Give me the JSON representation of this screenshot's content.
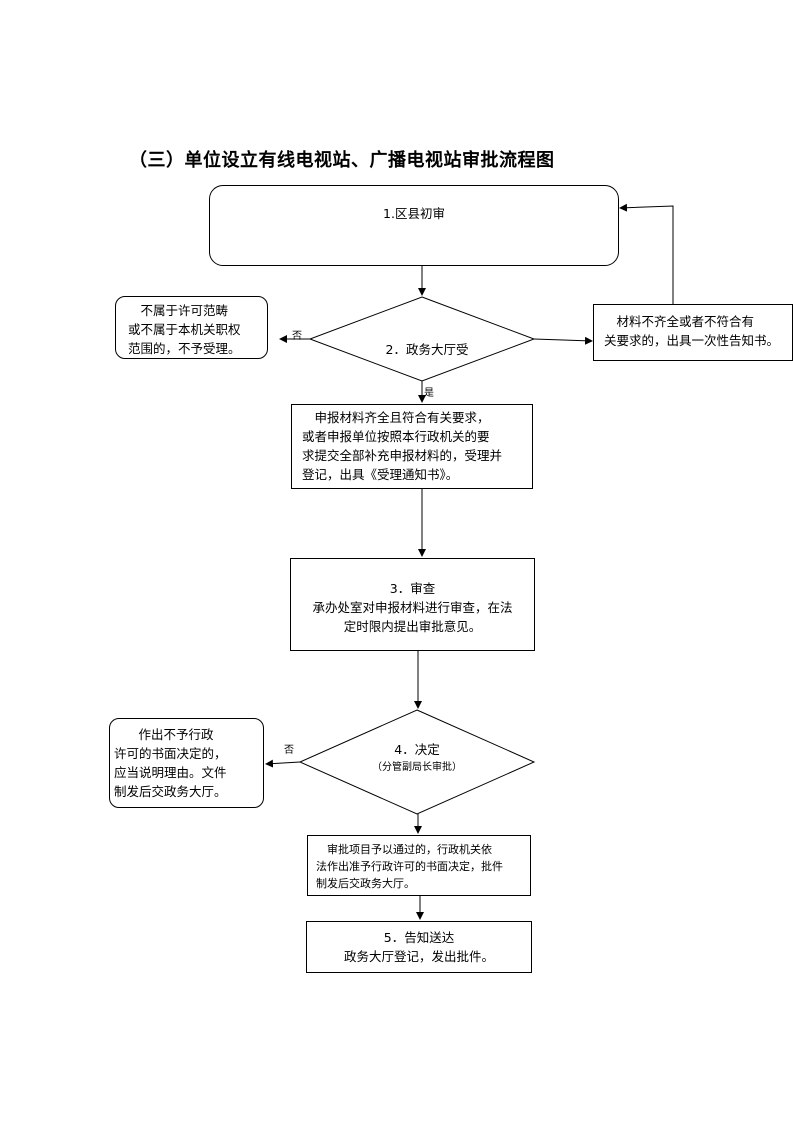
{
  "title": "（三）单位设立有线电视站、广播电视站审批流程图",
  "nodes": {
    "step1": "1.区县初审",
    "step2": "2．政务大厅受",
    "reject_scope": [
      "　不属于许可范畴",
      "或不属于本机关职权",
      "范围的，不予受理。"
    ],
    "incomplete": [
      "　材料不齐全或者不符合有",
      "关要求的，出具一次性告知书。"
    ],
    "accept": [
      "　申报材料齐全且符合有关要求，",
      "或者申报单位按照本行政机关的要",
      "求提交全部补充申报材料的，受理并",
      "登记，出具《受理通知书》。"
    ],
    "step3_title": "3．审查",
    "step3_body": [
      "承办处室对申报材料进行审查，在法",
      "定时限内提出审批意见。"
    ],
    "step4_title": "4．决定",
    "step4_note": "（分管副局长审批）",
    "deny": [
      "　作出不予行政",
      "许可的书面决定的，",
      "应当说明理由。文件",
      "制发后交政务大厅。"
    ],
    "approve": [
      "　审批项目予以通过的，行政机关依",
      "法作出准予行政许可的书面决定，批件",
      "制发后交政务大厅。"
    ],
    "step5_title": "5．告知送达",
    "step5_body": "政务大厅登记，发出批件。"
  },
  "labels": {
    "no": "否",
    "yes": "是"
  }
}
